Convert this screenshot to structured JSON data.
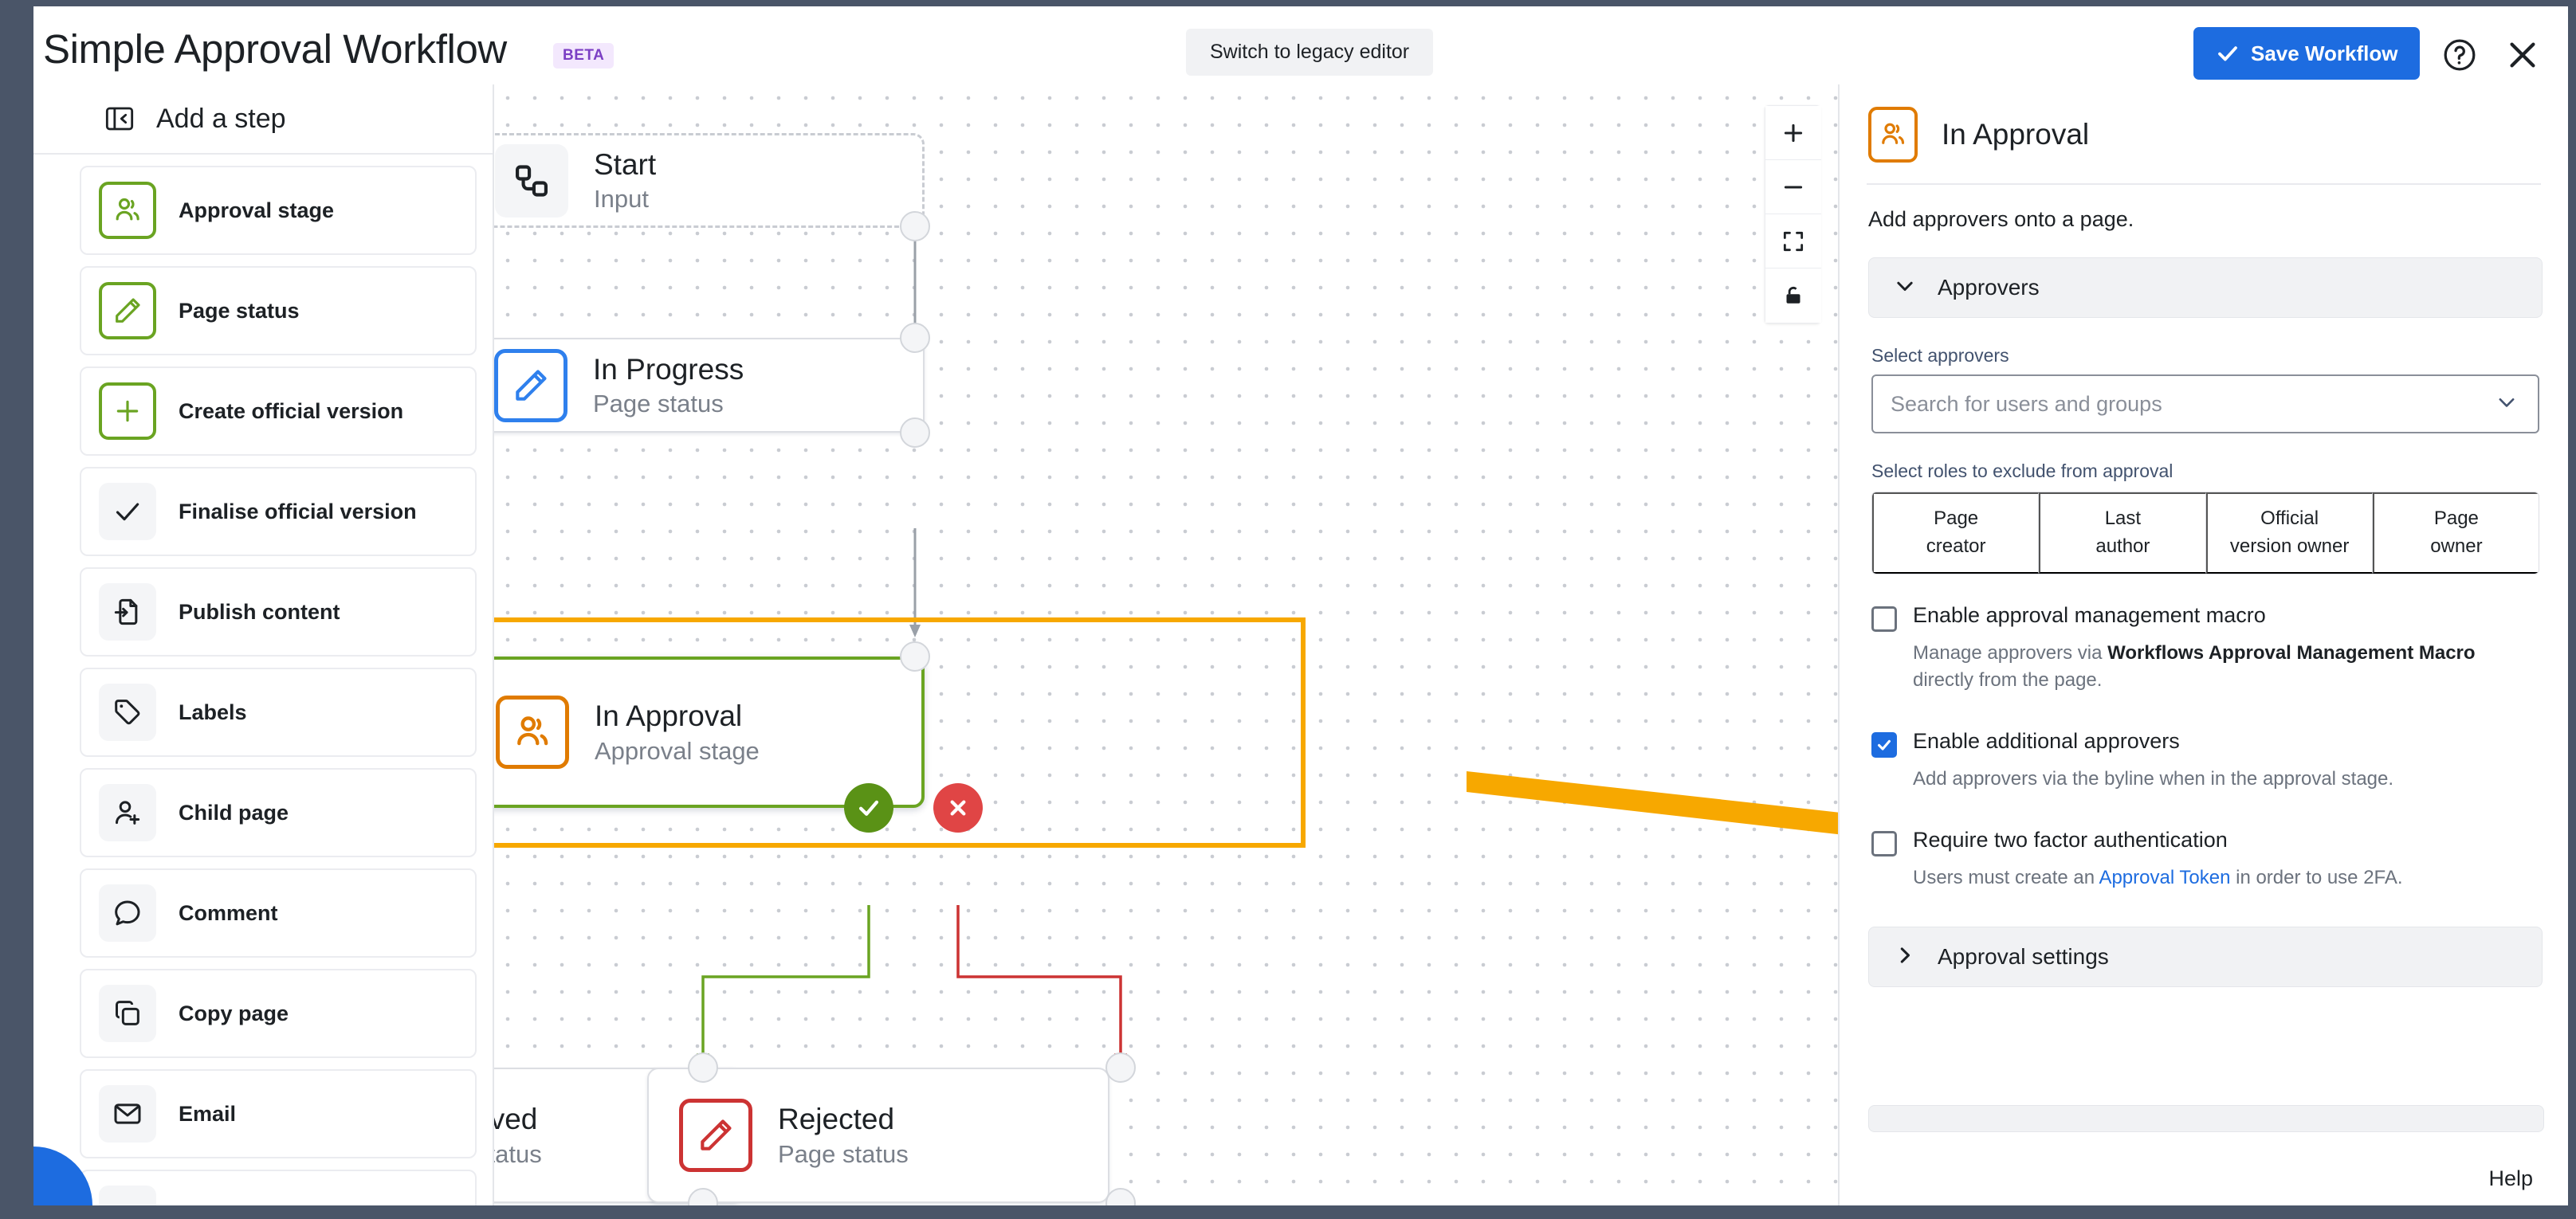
{
  "header": {
    "title": "Simple Approval Workflow",
    "beta_badge": "BETA",
    "legacy_button": "Switch to legacy editor",
    "save_button": "Save Workflow",
    "help_icon": "question-circle-icon",
    "close_icon": "close-icon"
  },
  "sidebar": {
    "heading": "Add a step",
    "collapse_icon": "panel-collapse-icon",
    "items": [
      {
        "label": "Approval stage",
        "icon": "approvers-group-icon",
        "style": "green"
      },
      {
        "label": "Page status",
        "icon": "pencil-icon",
        "style": "green"
      },
      {
        "label": "Create official version",
        "icon": "plus-icon",
        "style": "green"
      },
      {
        "label": "Finalise official version",
        "icon": "check-icon",
        "style": "grey"
      },
      {
        "label": "Publish content",
        "icon": "publish-document-icon",
        "style": "grey"
      },
      {
        "label": "Labels",
        "icon": "tag-icon",
        "style": "grey"
      },
      {
        "label": "Child page",
        "icon": "person-add-icon",
        "style": "grey"
      },
      {
        "label": "Comment",
        "icon": "comment-bubble-icon",
        "style": "grey"
      },
      {
        "label": "Copy page",
        "icon": "copy-pages-icon",
        "style": "grey"
      },
      {
        "label": "Email",
        "icon": "envelope-icon",
        "style": "grey"
      }
    ]
  },
  "canvas": {
    "zoom_controls": [
      {
        "name": "zoom-in",
        "icon": "plus-icon"
      },
      {
        "name": "zoom-out",
        "icon": "minus-icon"
      },
      {
        "name": "fit-view",
        "icon": "fit-screen-icon"
      },
      {
        "name": "lock-view",
        "icon": "lock-icon"
      }
    ],
    "node_actions": [
      {
        "name": "duplicate-node",
        "icon": "copy-icon"
      },
      {
        "name": "delete-node",
        "icon": "trash-icon"
      }
    ],
    "nodes": [
      {
        "id": "start",
        "title": "Start",
        "subtitle": "Input",
        "icon": "flow-start-icon",
        "style": "dashed"
      },
      {
        "id": "in-progress",
        "title": "In Progress",
        "subtitle": "Page status",
        "icon": "pencil-icon",
        "style": "blue"
      },
      {
        "id": "in-approval",
        "title": "In Approval",
        "subtitle": "Approval stage",
        "icon": "approvers-group-icon",
        "style": "selected"
      },
      {
        "id": "approved",
        "title": "Approved",
        "subtitle": "Page status",
        "icon": "pencil-icon",
        "style": "green"
      },
      {
        "id": "rejected",
        "title": "Rejected",
        "subtitle": "Page status",
        "icon": "pencil-icon",
        "style": "red"
      }
    ],
    "branch_badges": [
      {
        "name": "approve-branch-badge",
        "icon": "check-icon"
      },
      {
        "name": "reject-branch-badge",
        "icon": "cross-icon"
      }
    ]
  },
  "panel": {
    "title": "In Approval",
    "icon": "approvers-group-icon",
    "description": "Add approvers onto a page.",
    "approvers_accordion": {
      "label": "Approvers",
      "icon": "chevron-down-icon",
      "expanded": true
    },
    "select_approvers": {
      "label": "Select approvers",
      "placeholder": "Search for users and groups",
      "icon": "chevron-down-icon"
    },
    "roles": {
      "label": "Select roles to exclude from approval",
      "options": [
        {
          "line1": "Page",
          "line2": "creator"
        },
        {
          "line1": "Last",
          "line2": "author"
        },
        {
          "line1": "Official",
          "line2": "version owner"
        },
        {
          "line1": "Page",
          "line2": "owner"
        }
      ]
    },
    "checkboxes": [
      {
        "label": "Enable approval management macro",
        "checked": false,
        "help_pre": "Manage approvers via ",
        "help_bold": "Workflows Approval Management Macro",
        "help_post": " directly from the page."
      },
      {
        "label": "Enable additional approvers",
        "checked": true,
        "help_pre": "Add approvers via the byline when in the approval stage.",
        "help_bold": "",
        "help_post": ""
      },
      {
        "label": "Require two factor authentication",
        "checked": false,
        "help_pre": "Users must create an ",
        "help_link": "Approval Token",
        "help_post": " in order to use 2FA."
      }
    ],
    "settings_accordion": {
      "label": "Approval settings",
      "icon": "chevron-right-icon",
      "expanded": false
    },
    "help_link": "Help"
  },
  "colors": {
    "accent_blue": "#1d6ce0",
    "highlight_orange": "#f7a800",
    "green": "#6aa422",
    "red": "#cc3333",
    "beta_purple": "#7b3fc4"
  }
}
